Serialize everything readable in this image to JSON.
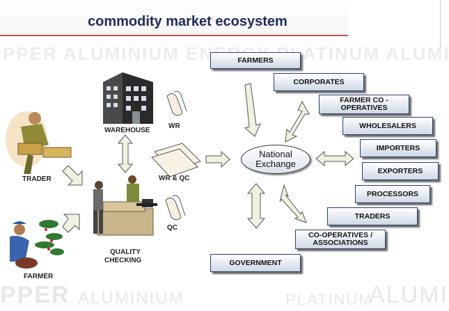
{
  "title": "commodity market ecosystem",
  "watermark": {
    "top": "PPER ALUMINIUM ENERGY PLATINUM ALUMI",
    "bottom_left": "PPER",
    "bottom_1": "ALUMINIUM",
    "bottom_2": "PLATINUM",
    "bottom_3": "ALUMI"
  },
  "left": {
    "warehouse": "WAREHOUSE",
    "wr": "WR",
    "trader": "TRADER",
    "wr_qc": "WR & QC",
    "qc": "QC",
    "quality_checking_1": "QUALITY",
    "quality_checking_2": "CHECKING",
    "farmer": "FARMER"
  },
  "exchange": {
    "line1": "National",
    "line2": "Exchange"
  },
  "participants": {
    "farmers": "FARMERS",
    "corporates": "CORPORATES",
    "farmer_coop_1": "FARMER CO -",
    "farmer_coop_2": "OPERATIVES",
    "wholesalers": "WHOLESALERS",
    "importers": "IMPORTERS",
    "exporters": "EXPORTERS",
    "processors": "PROCESSORS",
    "traders": "TRADERS",
    "coop_assoc_1": "CO-OPERATIVES /",
    "coop_assoc_2": "ASSOCIATIONS",
    "government": "GOVERNMENT"
  },
  "colors": {
    "title": "#1f2a5c",
    "rule": "#c0504d",
    "box_border": "#2c3e6b",
    "box_fill": "#cfd8e6",
    "arrow_fill": "#eef2de"
  }
}
